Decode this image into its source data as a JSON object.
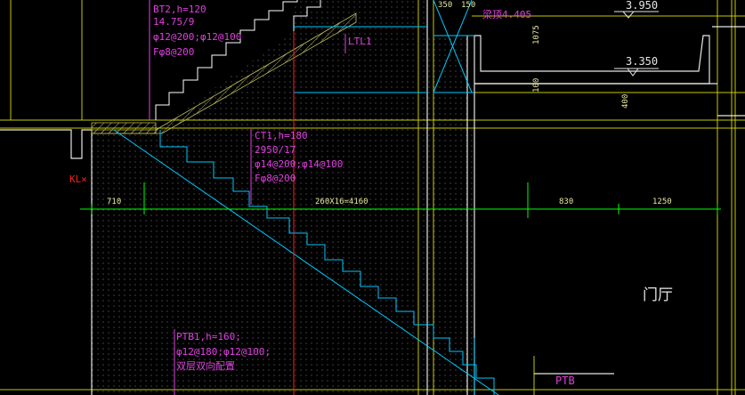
{
  "colors": {
    "background": "#000000",
    "stair": "#00c8ff",
    "structure": "#e6e6e6",
    "grid_yellow": "#c8c800",
    "annotation": "#e040e0",
    "dimension": "#00ff00",
    "section_red": "#ff2020",
    "fill_dots": "#6a6a6a",
    "yellow_text": "#e8e8a0"
  },
  "annotations": {
    "bt2": [
      "BT2,h=120",
      "14.75/9",
      "φ12@200;φ12@100",
      "Fφ8@200"
    ],
    "ct1": [
      "CT1,h=180",
      "2950/17",
      "φ14@200;φ14@100",
      "Fφ8@200"
    ],
    "ptb1": [
      "PTB1,h=160;",
      "φ12@180;φ12@100;",
      "双层双向配置"
    ],
    "ltl1": "LTL1",
    "kl": "KL×",
    "ptb": "PTB",
    "label_top": "",
    "label_top2": "梁顶4.405",
    "dim_350": "350",
    "dim_150": "150"
  },
  "levels": {
    "level_a": "3.950",
    "level_b": "3.350"
  },
  "dims": {
    "left": "710",
    "span": "260X16=4160",
    "mid": "830",
    "right": "1250",
    "v1": "1075",
    "v2": "100",
    "v3": "400"
  },
  "room_label": "门厅"
}
